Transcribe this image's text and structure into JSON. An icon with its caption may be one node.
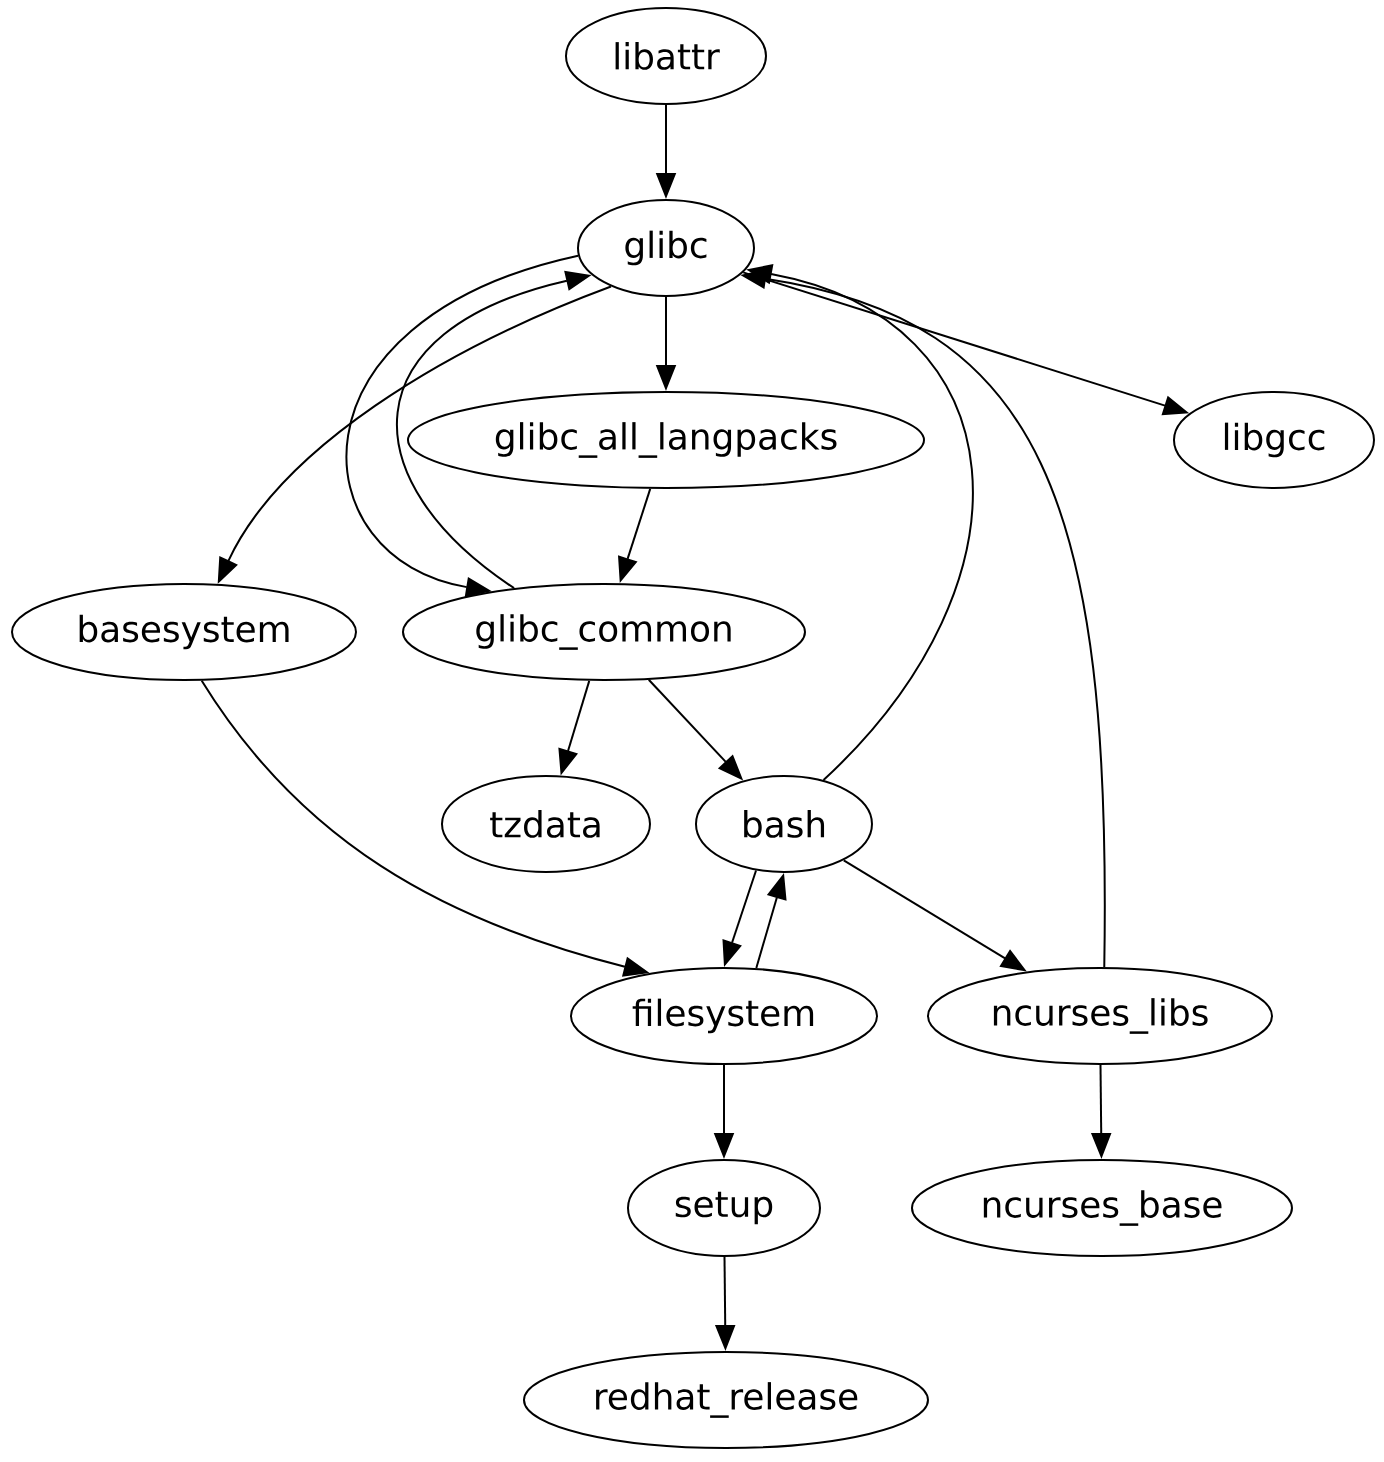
{
  "diagram": {
    "nodes": [
      {
        "text": [
          "libattr"
        ]
      },
      {
        "text": [
          "glibc"
        ]
      },
      {
        "text": [
          "glibc_all_langpacks"
        ]
      },
      {
        "text": [
          "libgcc"
        ]
      },
      {
        "text": [
          "basesystem"
        ]
      },
      {
        "text": [
          "glibc_common"
        ]
      },
      {
        "text": [
          "tzdata"
        ]
      },
      {
        "text": [
          "bash"
        ]
      },
      {
        "text": [
          "filesystem"
        ]
      },
      {
        "text": [
          "ncurses_libs"
        ]
      },
      {
        "text": [
          "setup"
        ]
      },
      {
        "text": [
          "ncurses_base"
        ]
      },
      {
        "text": [
          "redhat_release"
        ]
      }
    ],
    "edges": [
      {
        "from": 0,
        "to": 1,
        "arrow": "to"
      },
      {
        "from": 1,
        "to": 2,
        "arrow": "to"
      },
      {
        "from": 1,
        "to": 3,
        "arrow": "to"
      },
      {
        "from": 1,
        "to": 4,
        "arrow": "to"
      },
      {
        "from": 1,
        "to": 5,
        "arrow": "to"
      },
      {
        "from": 5,
        "to": 1,
        "arrow": "to"
      },
      {
        "from": 2,
        "to": 5,
        "arrow": "to"
      },
      {
        "from": 5,
        "to": 6,
        "arrow": "to"
      },
      {
        "from": 5,
        "to": 7,
        "arrow": "to"
      },
      {
        "from": 7,
        "to": 1,
        "arrow": "to"
      },
      {
        "from": 9,
        "to": 1,
        "arrow": "to"
      },
      {
        "from": 7,
        "to": 8,
        "arrow": "to"
      },
      {
        "from": 8,
        "to": 7,
        "arrow": "to"
      },
      {
        "from": 7,
        "to": 9,
        "arrow": "to"
      },
      {
        "from": 4,
        "to": 8,
        "arrow": "to"
      },
      {
        "from": 8,
        "to": 10,
        "arrow": "to"
      },
      {
        "from": 9,
        "to": 11,
        "arrow": "to"
      },
      {
        "from": 10,
        "to": 12,
        "arrow": "to"
      }
    ]
  }
}
